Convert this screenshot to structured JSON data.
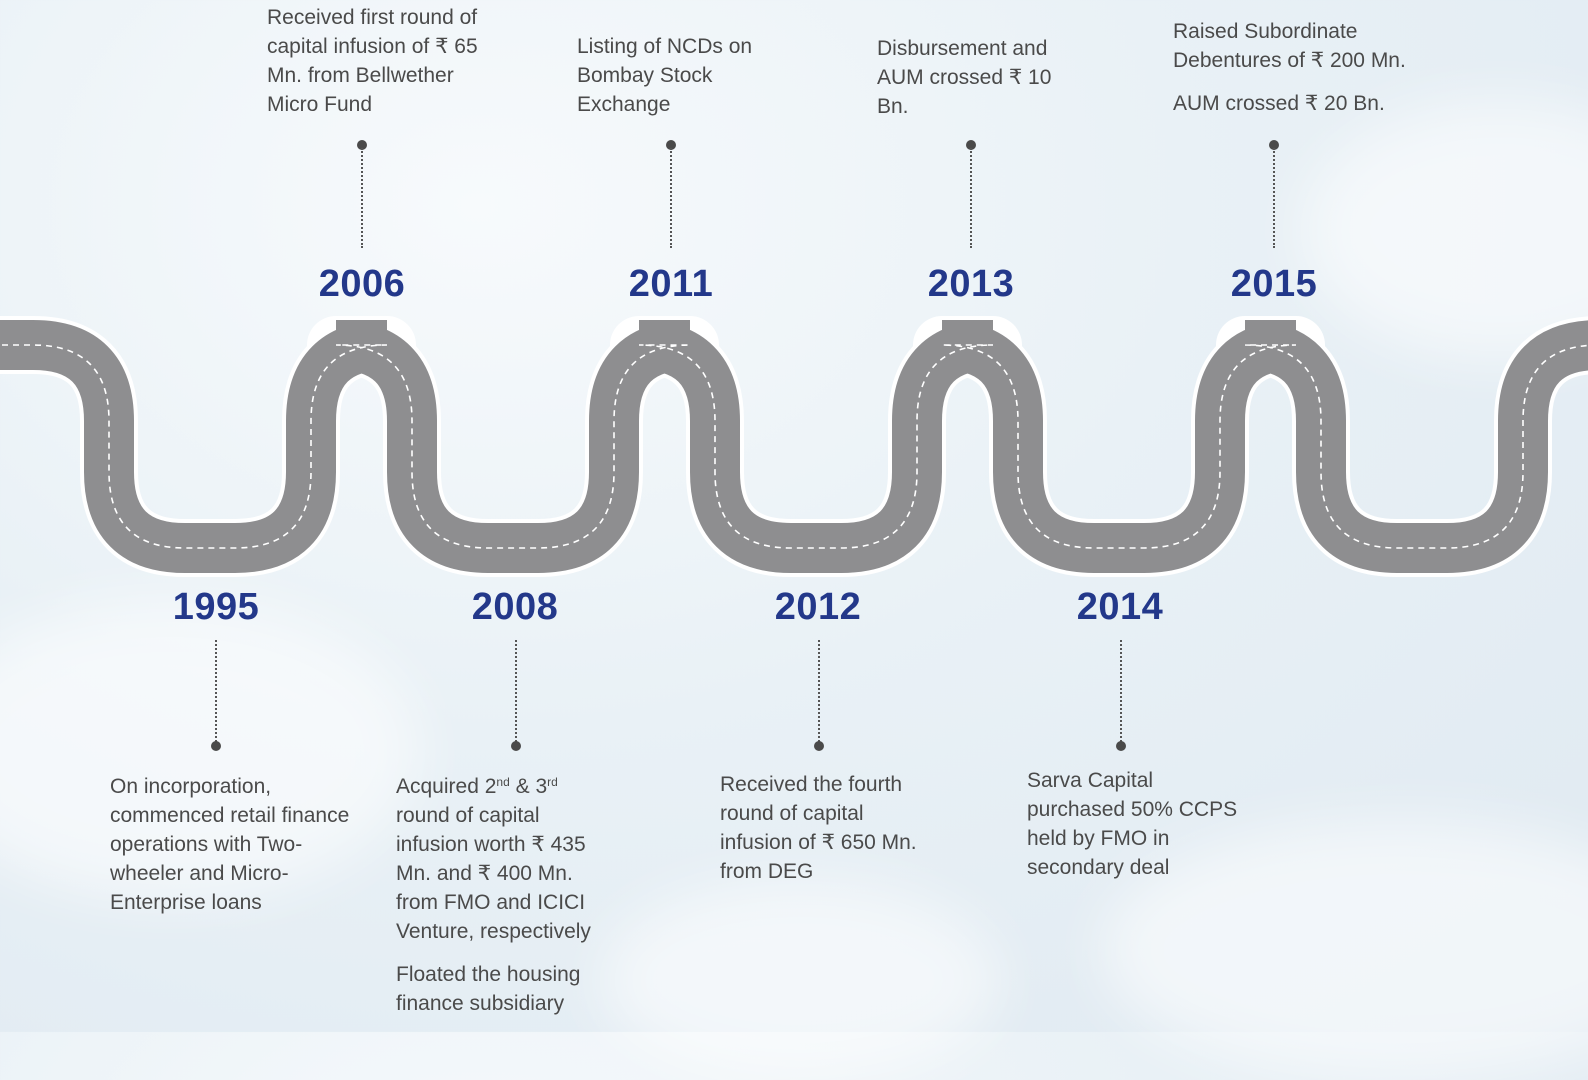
{
  "milestones": [
    {
      "year": "1995",
      "text": [
        "On incorporation, commenced retail finance operations with Two-wheeler and Micro-Enterprise loans"
      ]
    },
    {
      "year": "2006",
      "text": [
        "Received first round of capital infusion of ₹ 65 Mn. from Bellwether Micro Fund"
      ]
    },
    {
      "year": "2008",
      "text": [
        "Acquired 2",
        "nd",
        " & 3",
        "rd",
        " round of capital infusion worth ₹ 435 Mn. and ₹ 400 Mn. from FMO and ICICI Venture, respectively",
        "Floated the housing finance subsidiary"
      ]
    },
    {
      "year": "2011",
      "text": [
        "Listing of NCDs on Bombay Stock Exchange"
      ]
    },
    {
      "year": "2012",
      "text": [
        "Received the fourth round of capital infusion of ₹ 650 Mn. from DEG"
      ]
    },
    {
      "year": "2013",
      "text": [
        "Disbursement and AUM crossed ₹ 10 Bn."
      ]
    },
    {
      "year": "2014",
      "text": [
        "Sarva Capital purchased 50% CCPS held by FMO in secondary deal"
      ]
    },
    {
      "year": "2015",
      "text": [
        "Raised Subordinate Debentures of ₹ 200 Mn.",
        "AUM crossed ₹ 20 Bn."
      ]
    }
  ],
  "colors": {
    "year": "#23388a",
    "road": "#8e8e90",
    "road_edge": "#ffffff",
    "text": "#4a4a4a"
  }
}
